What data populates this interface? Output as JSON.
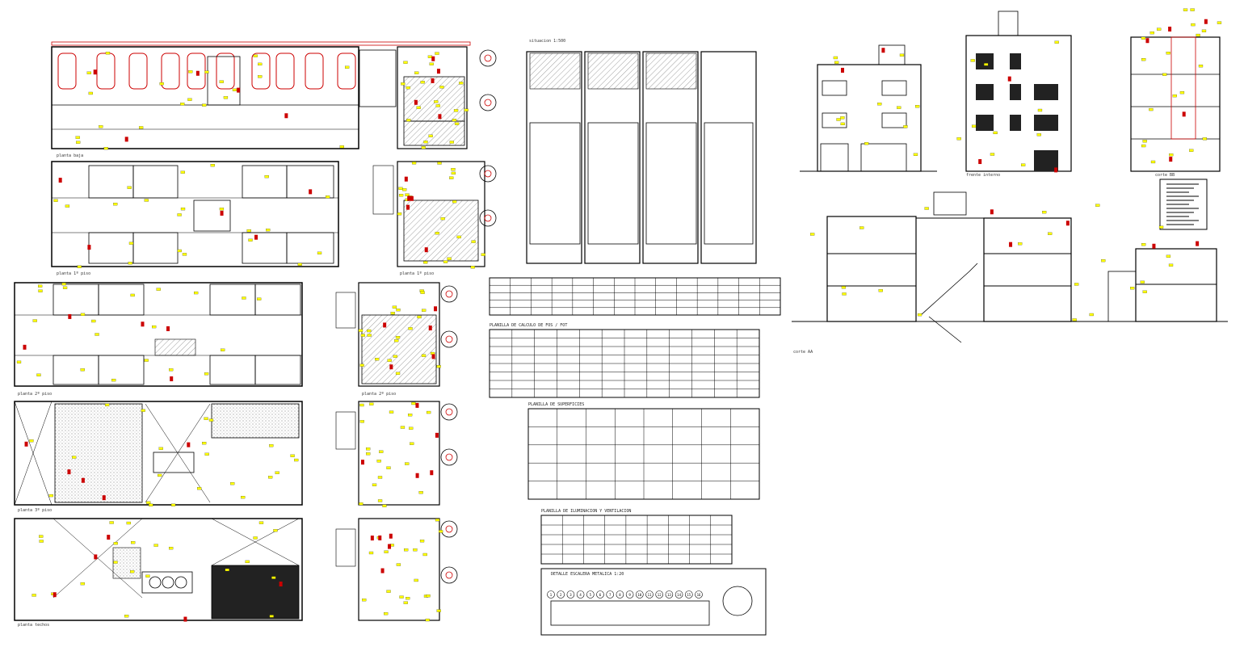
{
  "sheet": {
    "colors": {
      "line": "#000000",
      "grid": "#cc0000",
      "dim": "#ffff00",
      "marker": "#cc0000",
      "hatch": "#888888",
      "fill": "#222222"
    },
    "plan_labels": {
      "ground": "planta baja",
      "first": "planta 1º piso",
      "first_alt": "planta 1º piso",
      "second": "planta 2º piso",
      "second_alt": "planta 2º piso",
      "third": "planta 3º piso",
      "roof": "planta techos"
    },
    "site_plan_label": "situacion 1:500",
    "elevation_labels": {
      "rear": "frente interno",
      "section_bb": "corte BB",
      "section_aa": "corte AA"
    },
    "table_titles": {
      "fos_fot": "PLANILLA DE CALCULO DE FOS / FOT",
      "surfaces": "PLANILLA DE SUPERFICIES",
      "ventilation": "PLANILLA DE ILUMINACION Y VENTILACION",
      "stair": "DETALLE ESCALERA METALICA 1:20"
    },
    "stair_steps": [
      "1",
      "2",
      "3",
      "4",
      "5",
      "6",
      "7",
      "8",
      "9",
      "10",
      "11",
      "12",
      "13",
      "14",
      "15",
      "16"
    ]
  }
}
